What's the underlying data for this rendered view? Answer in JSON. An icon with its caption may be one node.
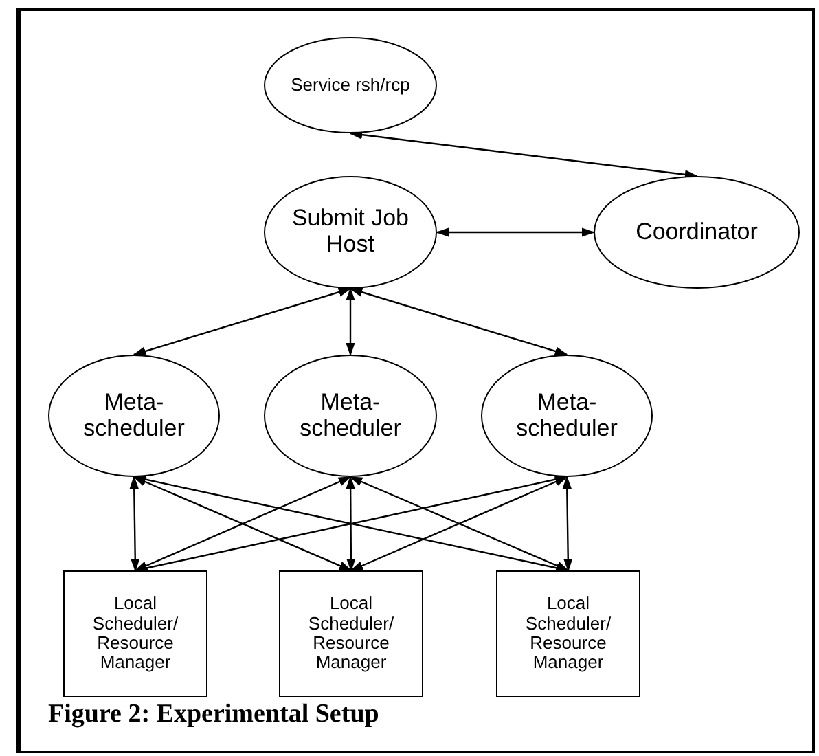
{
  "diagram": {
    "caption": "Figure 2: Experimental Setup",
    "nodes": [
      {
        "text": [
          "Service rsh/rcp"
        ]
      },
      {
        "text": [
          "Submit Job Host"
        ]
      },
      {
        "text": [
          "Coordinator"
        ]
      },
      {
        "text": [
          "Meta-scheduler"
        ]
      },
      {
        "text": [
          "Meta-scheduler"
        ]
      },
      {
        "text": [
          "Meta-scheduler"
        ]
      },
      {
        "text": [
          "Local Scheduler/ Resource Manager"
        ]
      },
      {
        "text": [
          "Local Scheduler/ Resource Manager"
        ]
      },
      {
        "text": [
          "Local Scheduler/ Resource Manager"
        ]
      }
    ],
    "edges": [
      {
        "from": 0,
        "to": 2,
        "arrow": "both"
      },
      {
        "from": 1,
        "to": 2,
        "arrow": "both"
      },
      {
        "from": 1,
        "to": 3,
        "arrow": "both"
      },
      {
        "from": 1,
        "to": 4,
        "arrow": "both"
      },
      {
        "from": 1,
        "to": 5,
        "arrow": "both"
      },
      {
        "from": 3,
        "to": 6,
        "arrow": "both"
      },
      {
        "from": 3,
        "to": 7,
        "arrow": "both"
      },
      {
        "from": 3,
        "to": 8,
        "arrow": "both"
      },
      {
        "from": 4,
        "to": 6,
        "arrow": "both"
      },
      {
        "from": 4,
        "to": 7,
        "arrow": "both"
      },
      {
        "from": 4,
        "to": 8,
        "arrow": "both"
      },
      {
        "from": 5,
        "to": 6,
        "arrow": "both"
      },
      {
        "from": 5,
        "to": 7,
        "arrow": "both"
      },
      {
        "from": 5,
        "to": 8,
        "arrow": "both"
      }
    ]
  }
}
